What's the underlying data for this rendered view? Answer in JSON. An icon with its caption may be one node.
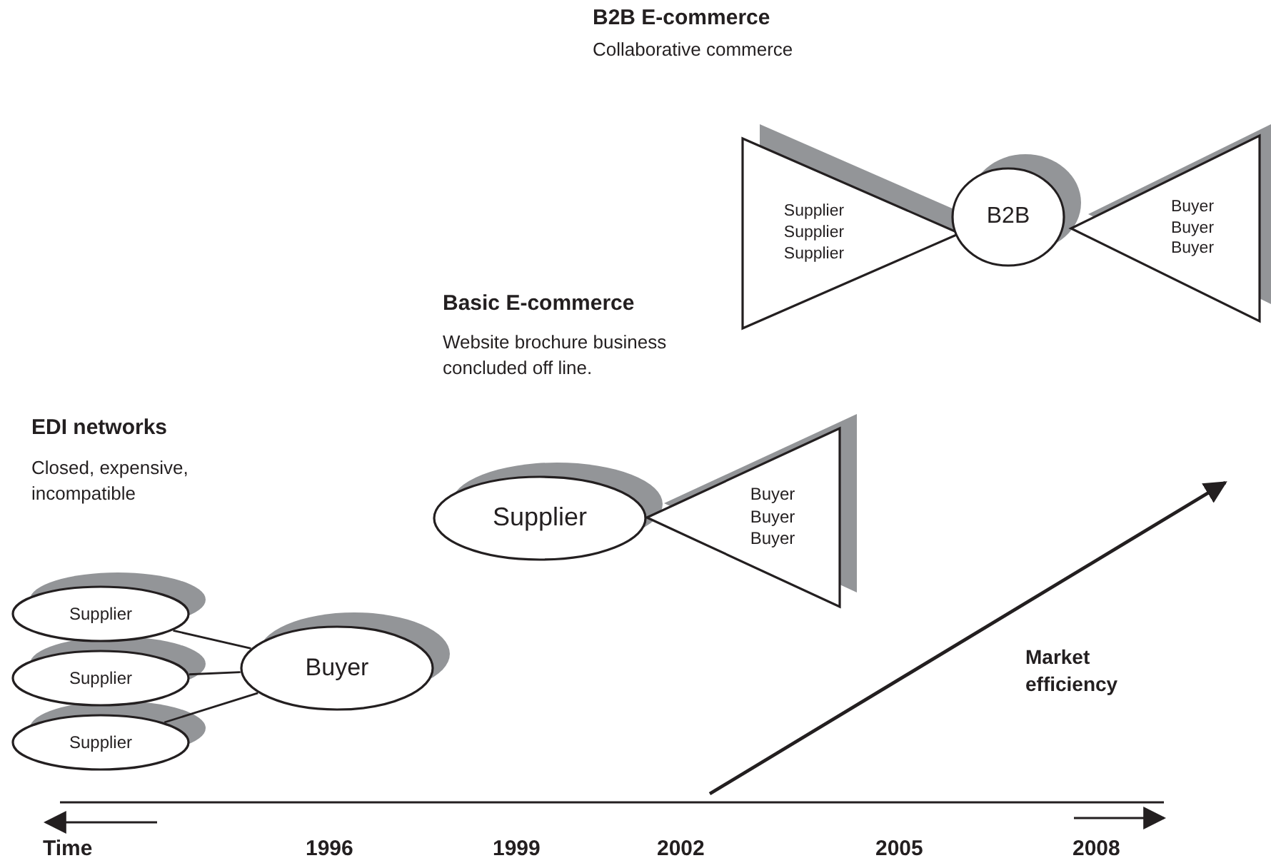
{
  "diagram": {
    "nodes": [
      {
        "text": [
          "Supplier"
        ]
      },
      {
        "text": [
          "Supplier"
        ]
      },
      {
        "text": [
          "Supplier"
        ]
      },
      {
        "text": [
          "Buyer"
        ]
      },
      {
        "text": [
          "Supplier"
        ]
      },
      {
        "text": [
          "Buyer",
          "Buyer",
          "Buyer"
        ]
      },
      {
        "text": [
          "Supplier",
          "Supplier",
          "Supplier"
        ]
      },
      {
        "text": [
          "B2B"
        ]
      },
      {
        "text": [
          "Buyer",
          "Buyer",
          "Buyer"
        ]
      }
    ],
    "edges": [
      {
        "from": 0,
        "to": 3,
        "arrow": "none"
      },
      {
        "from": 1,
        "to": 3,
        "arrow": "none"
      },
      {
        "from": 2,
        "to": 3,
        "arrow": "none"
      }
    ],
    "labels": [
      "B2B E-commerce",
      "Collaborative commerce",
      "Basic E-commerce",
      "Website brochure business concluded off line.",
      "EDI networks",
      "Closed, expensive, incompatible",
      "Market efficiency",
      "Time",
      "1996",
      "1999",
      "2002",
      "2005",
      "2008"
    ]
  }
}
